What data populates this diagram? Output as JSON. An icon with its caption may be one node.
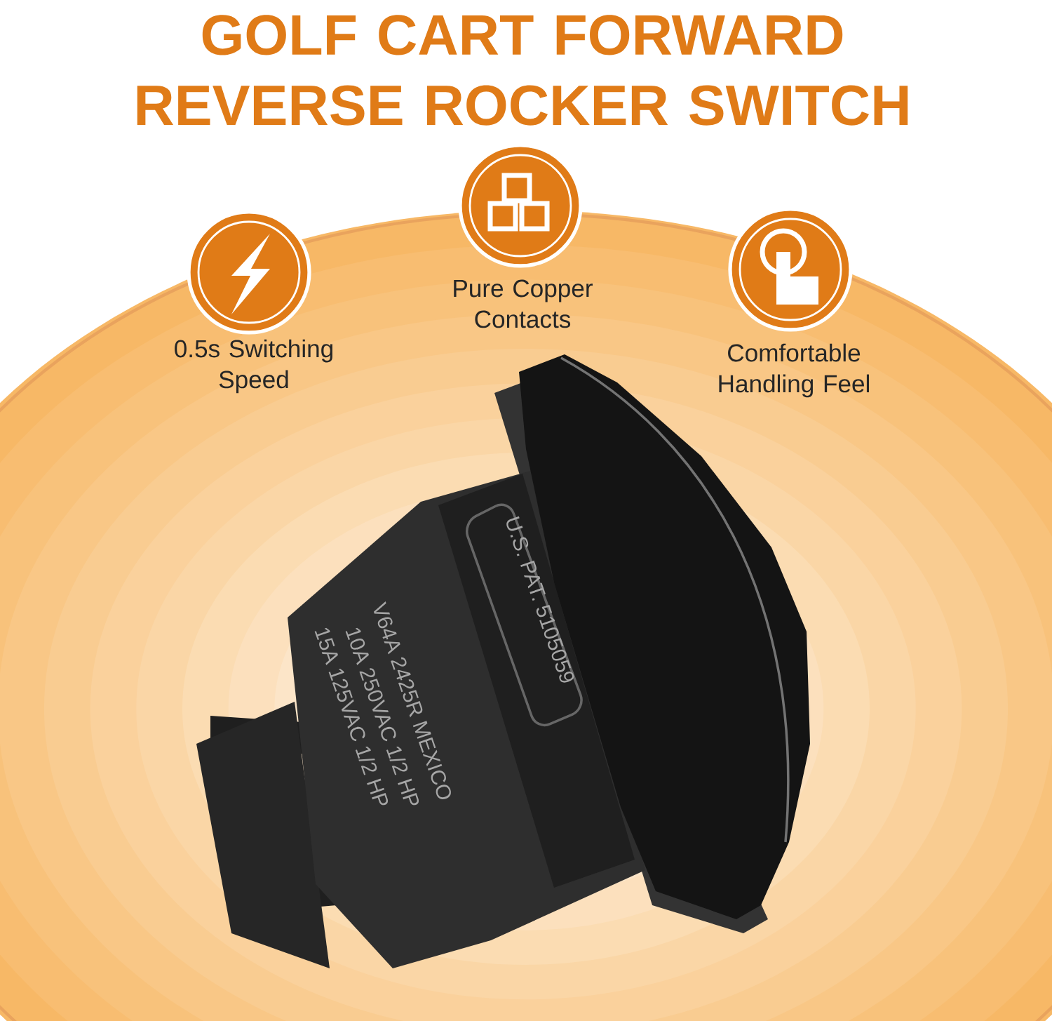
{
  "diagram": {
    "title": "GOLF CART FORWARD REVERSE ROCKER SWITCH",
    "nodes": [
      {
        "text": [
          "0.5s Switching Speed"
        ]
      },
      {
        "text": [
          "Pure Copper Contacts"
        ]
      },
      {
        "text": [
          "Comfortable Handling Feel"
        ]
      }
    ],
    "labels": [
      "U.S. PAT. 5105059",
      "V64A 2425R MEXICO",
      "10A 250VAC 1/2 HP",
      "15A 125VAC 1/2 HP"
    ]
  }
}
